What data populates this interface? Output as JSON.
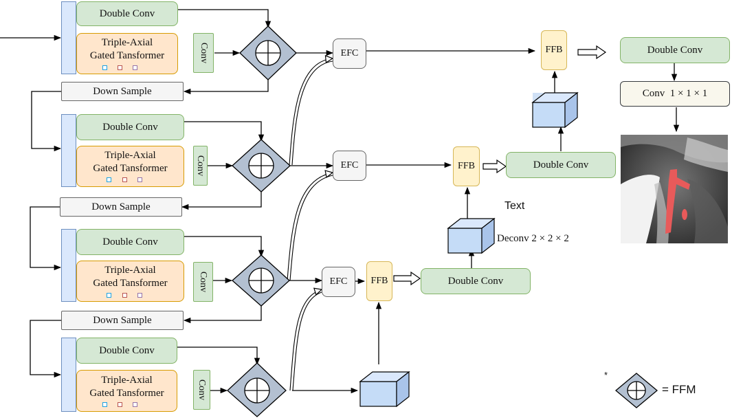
{
  "labels": {
    "double_conv": "Double Conv",
    "triple_axial_line1": "Triple-Axial",
    "triple_axial_line2": "Gated Tansformer",
    "conv": "Conv",
    "down_sample": "Down Sample",
    "efc": "EFC",
    "ffb": "FFB",
    "conv_111": "Conv  1 × 1 × 1",
    "deconv": "Deconv 2 × 2 × 2",
    "text_label": "Text",
    "legend_star": "*",
    "legend_eq": "= FFM"
  },
  "colors": {
    "green_fill": "#d5e8d4",
    "green_stroke": "#82b366",
    "orange_fill": "#ffe6cc",
    "orange_stroke": "#d79b00",
    "blue_fill": "#dae8fc",
    "blue_stroke": "#6c8ebf",
    "ffb_fill": "#fff2cc",
    "ffb_stroke": "#d6b656",
    "gray_fill": "#f5f5f5",
    "ffm_fill": "#b3c0d1",
    "segmentation_overlay": "#e85a5a"
  },
  "icons": [
    "ffm-diamond-icon",
    "cube-icon",
    "hollow-arrow-icon",
    "segmentation-image"
  ]
}
